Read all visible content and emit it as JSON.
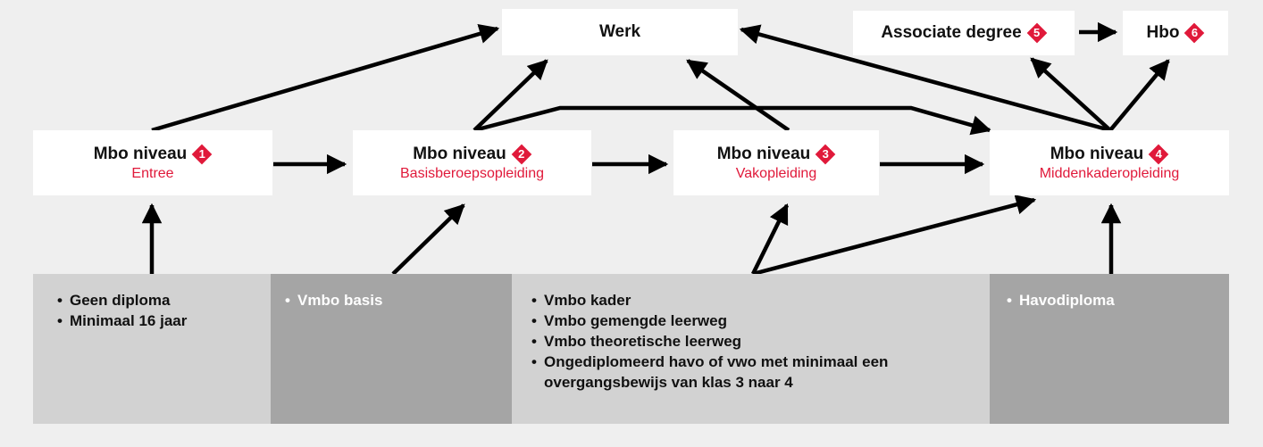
{
  "colors": {
    "accent": "#e0193a",
    "background": "#efefef",
    "box": "#ffffff",
    "req_light": "#d2d2d2",
    "req_dark": "#a5a5a5"
  },
  "work": {
    "title": "Werk"
  },
  "ad": {
    "title": "Associate degree",
    "badge": "5"
  },
  "hbo": {
    "title": "Hbo",
    "badge": "6"
  },
  "levels": [
    {
      "title": "Mbo niveau",
      "badge": "1",
      "subtitle": "Entree"
    },
    {
      "title": "Mbo niveau",
      "badge": "2",
      "subtitle": "Basisberoepsopleiding"
    },
    {
      "title": "Mbo niveau",
      "badge": "3",
      "subtitle": "Vakopleiding"
    },
    {
      "title": "Mbo niveau",
      "badge": "4",
      "subtitle": "Middenkaderopleiding"
    }
  ],
  "requirements": [
    {
      "items": [
        "Geen diploma",
        "Minimaal 16 jaar"
      ]
    },
    {
      "items": [
        "Vmbo basis"
      ]
    },
    {
      "items": [
        "Vmbo kader",
        "Vmbo gemengde leerweg",
        "Vmbo theoretische leerweg",
        "Ongediplomeerd havo of vwo met minimaal een overgangsbewijs van klas 3 naar 4"
      ]
    },
    {
      "items": [
        "Havodiploma"
      ]
    }
  ]
}
